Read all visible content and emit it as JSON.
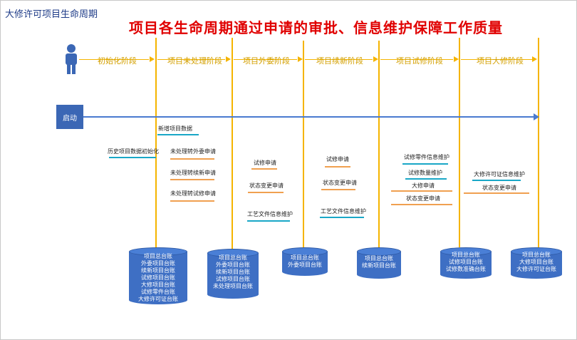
{
  "title": "大修许可项目生命周期",
  "heading": "项目各生命周期通过申请的审批、信息维护保障工作质量",
  "start_label": "启动",
  "phases": [
    "初始化阶段",
    "项目未处理阶段",
    "项目外委阶段",
    "项目续新阶段",
    "项目试修阶段",
    "项目大修阶段"
  ],
  "tasks": {
    "p1": [
      "历史项目数据初始化"
    ],
    "p2": [
      "新增项目数据",
      "未处理转外委申请",
      "未处理转续新申请",
      "未处理转试修申请"
    ],
    "p3": [
      "试修申请",
      "状态变更申请",
      "工艺文件信息维护"
    ],
    "p4": [
      "试修申请",
      "状态变更申请",
      "工艺文件信息维护"
    ],
    "p5": [
      "试修零件信息维护",
      "试修数量维护",
      "大修申请",
      "状态变更申请"
    ],
    "p6": [
      "大修许可证信息维护",
      "状态变更申请"
    ]
  },
  "ledgers": {
    "c1": [
      "项目总台账",
      "外委项目台账",
      "续新项目台账",
      "试修项目台账",
      "大修项目台账",
      "试修零件台账",
      "大修许可证台账"
    ],
    "c2": [
      "项目总台账",
      "外委项目台账",
      "续新项目台账",
      "试修项目台账",
      "未处理项目台账"
    ],
    "c3": [
      "项目总台账",
      "外委项目台账"
    ],
    "c4": [
      "项目总台账",
      "续新项目台账"
    ],
    "c5": [
      "项目总台账",
      "试修项目台账",
      "试修数准确台账"
    ],
    "c6": [
      "项目总台账",
      "大修项目台账",
      "大修许可证台账"
    ]
  },
  "colors": {
    "accent": "#f5b400",
    "box": "#3b67b5",
    "title": "#e00000",
    "teal": "#19a7c7",
    "orange": "#f0a050"
  },
  "icons": {
    "actor": "person-icon"
  }
}
